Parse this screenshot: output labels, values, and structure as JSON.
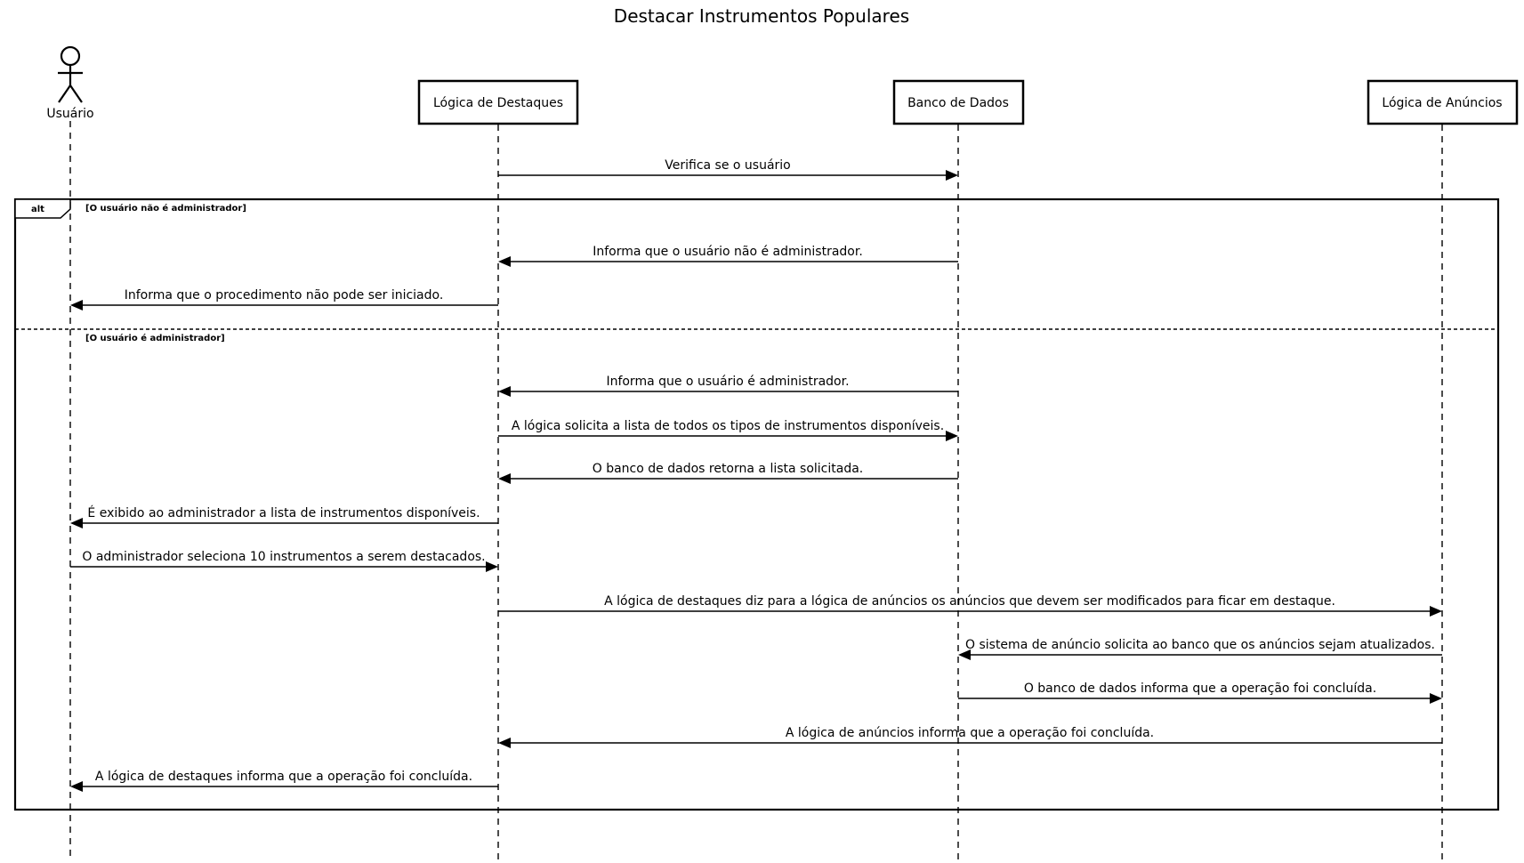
{
  "title": "Destacar Instrumentos Populares",
  "participants": [
    {
      "id": "usuario",
      "label": "Usuário",
      "kind": "actor"
    },
    {
      "id": "destaques",
      "label": "Lógica de Destaques",
      "kind": "box"
    },
    {
      "id": "banco",
      "label": "Banco de Dados",
      "kind": "box"
    },
    {
      "id": "anuncios",
      "label": "Lógica de Anúncios",
      "kind": "box"
    }
  ],
  "frame": {
    "keyword": "alt",
    "guards": [
      "[O usuário não é administrador]",
      "[O usuário é administrador]"
    ]
  },
  "messages": [
    {
      "from": "destaques",
      "to": "banco",
      "label": "Verifica se o usuário"
    },
    {
      "from": "banco",
      "to": "destaques",
      "label": "Informa que o usuário não é administrador."
    },
    {
      "from": "destaques",
      "to": "usuario",
      "label": "Informa que o procedimento não pode ser iniciado."
    },
    {
      "from": "banco",
      "to": "destaques",
      "label": "Informa que o usuário é administrador."
    },
    {
      "from": "destaques",
      "to": "banco",
      "label": "A lógica solicita a lista de todos os tipos de instrumentos disponíveis."
    },
    {
      "from": "banco",
      "to": "destaques",
      "label": "O banco de dados retorna a lista solicitada."
    },
    {
      "from": "destaques",
      "to": "usuario",
      "label": "É exibido ao administrador a lista de instrumentos disponíveis."
    },
    {
      "from": "usuario",
      "to": "destaques",
      "label": "O administrador seleciona 10 instrumentos a serem destacados."
    },
    {
      "from": "destaques",
      "to": "anuncios",
      "label": "A lógica de destaques diz para a lógica de anúncios os anúncios que devem ser modificados para ficar em destaque."
    },
    {
      "from": "anuncios",
      "to": "banco",
      "label": "O sistema de anúncio solicita ao banco que os anúncios sejam atualizados."
    },
    {
      "from": "banco",
      "to": "anuncios",
      "label": "O banco de dados informa que a operação foi concluída."
    },
    {
      "from": "anuncios",
      "to": "destaques",
      "label": "A lógica de anúncios informa que a operação foi concluída."
    },
    {
      "from": "destaques",
      "to": "usuario",
      "label": "A lógica de destaques informa que a operação foi concluída."
    }
  ]
}
